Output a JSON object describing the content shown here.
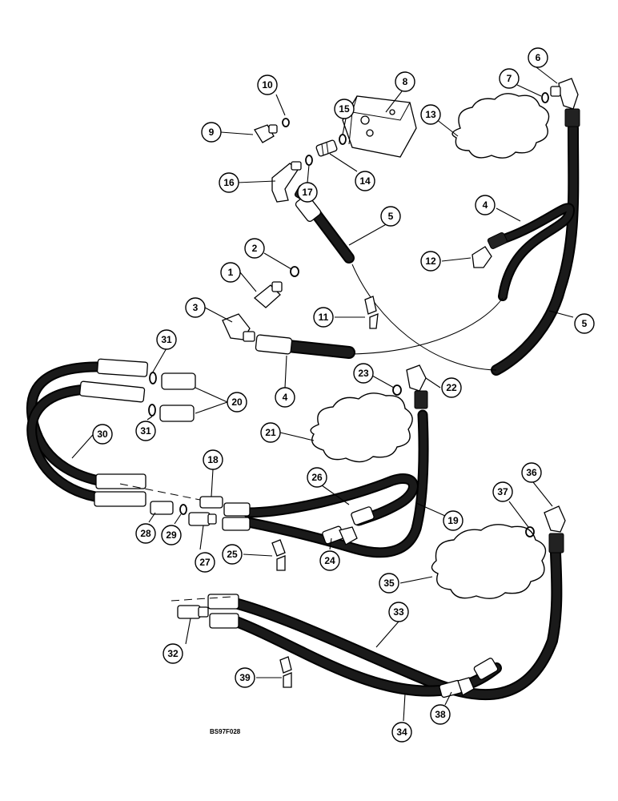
{
  "drawing_code": "BS97F028",
  "callouts": [
    "1",
    "2",
    "3",
    "4",
    "5",
    "6",
    "7",
    "8",
    "9",
    "10",
    "11",
    "12",
    "13",
    "14",
    "15",
    "16",
    "17",
    "18",
    "19",
    "20",
    "21",
    "22",
    "23",
    "24",
    "25",
    "26",
    "27",
    "28",
    "29",
    "30",
    "31",
    "32",
    "33",
    "34",
    "35",
    "36",
    "37",
    "38",
    "39"
  ]
}
